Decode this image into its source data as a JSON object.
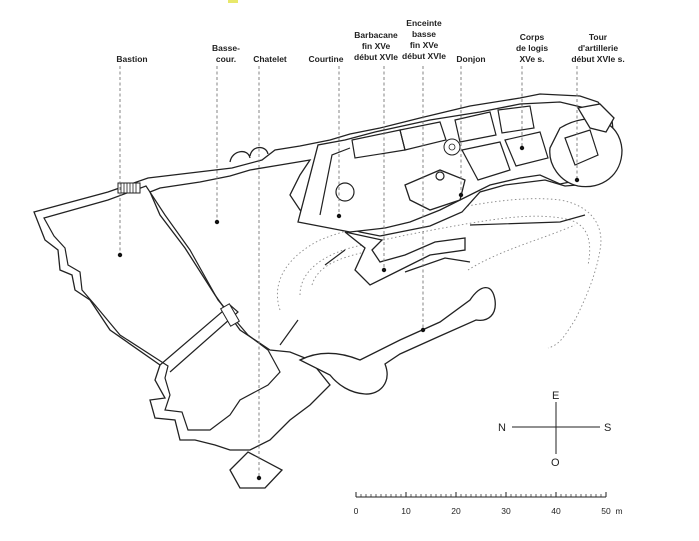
{
  "labels": {
    "bastion": "Bastion",
    "basse_cour_1": "Basse-",
    "basse_cour_2": "cour.",
    "chatelet": "Chatelet",
    "courtine": "Courtine",
    "barbacane_1": "Barbacane",
    "barbacane_2": "fin XVe",
    "barbacane_3": "début XVIe",
    "enceinte_1": "Enceinte",
    "enceinte_2": "basse",
    "enceinte_3": "fin XVe",
    "enceinte_4": "début XVIe",
    "donjon": "Donjon",
    "corps_1": "Corps",
    "corps_2": "de logis",
    "corps_3": "XVe s.",
    "tour_1": "Tour",
    "tour_2": "d'artillerie",
    "tour_3": "début XVIe s."
  },
  "compass": {
    "north": "N",
    "east": "E",
    "south": "S",
    "west": "O"
  },
  "scale": {
    "ticks": [
      "0",
      "10",
      "20",
      "30",
      "40",
      "50"
    ],
    "unit": "m"
  },
  "colors": {
    "ink": "#222222",
    "leader": "#777777",
    "terrain": "#888888",
    "accent": "#e8e86a"
  }
}
